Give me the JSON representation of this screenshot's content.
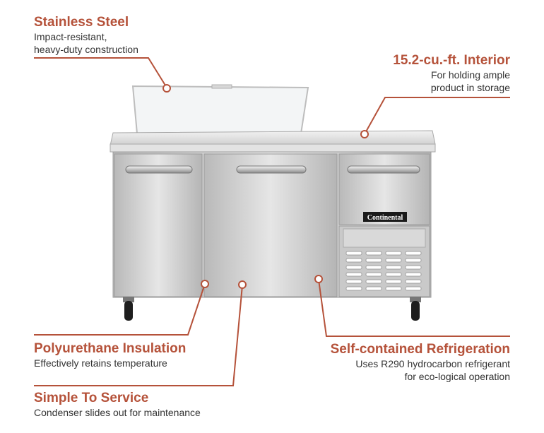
{
  "colors": {
    "accent": "#b5523a",
    "steel_light": "#e3e3e3",
    "steel_dark": "#a8a8a8",
    "text": "#333333"
  },
  "product": {
    "brand_badge": "Continental",
    "image_name": "refrigerated prep table"
  },
  "callouts": {
    "stainless": {
      "title": "Stainless Steel",
      "desc_line1": "Impact-resistant,",
      "desc_line2": "heavy-duty construction"
    },
    "interior": {
      "title": "15.2-cu.-ft. Interior",
      "desc_line1": "For holding ample",
      "desc_line2": "product in storage"
    },
    "insulation": {
      "title": "Polyurethane Insulation",
      "desc_line1": "Effectively retains temperature"
    },
    "refrigeration": {
      "title": "Self-contained Refrigeration",
      "desc_line1": "Uses R290 hydrocarbon refrigerant",
      "desc_line2": "for eco-logical operation"
    },
    "service": {
      "title": "Simple To Service",
      "desc_line1": "Condenser slides out for maintenance"
    }
  }
}
